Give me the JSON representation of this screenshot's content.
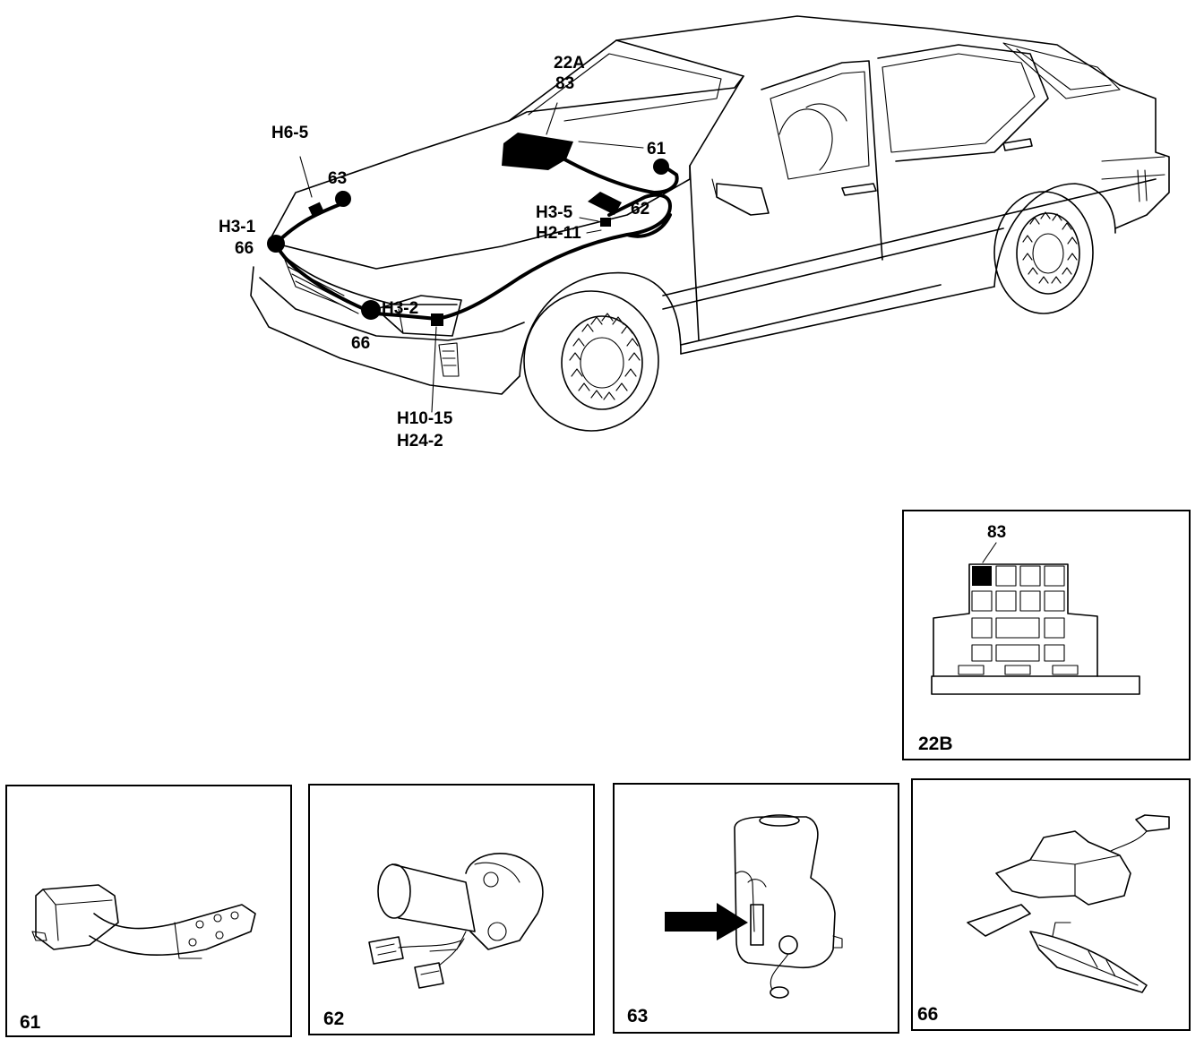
{
  "car_labels": {
    "l22a": "22A",
    "l83": "83",
    "l61": "61",
    "lh65": "H6-5",
    "l63": "63",
    "lh31": "H3-1",
    "l66a": "66",
    "lh35": "H3-5",
    "l62": "62",
    "lh211": "H2-11",
    "lh32": "H3-2",
    "l66b": "66",
    "lh1015": "H10-15",
    "lh242": "H24-2"
  },
  "panels": {
    "p22b": {
      "label": "22B",
      "callout": "83"
    },
    "p61": {
      "label": "61"
    },
    "p62": {
      "label": "62"
    },
    "p63": {
      "label": "63"
    },
    "p66": {
      "label": "66"
    }
  }
}
